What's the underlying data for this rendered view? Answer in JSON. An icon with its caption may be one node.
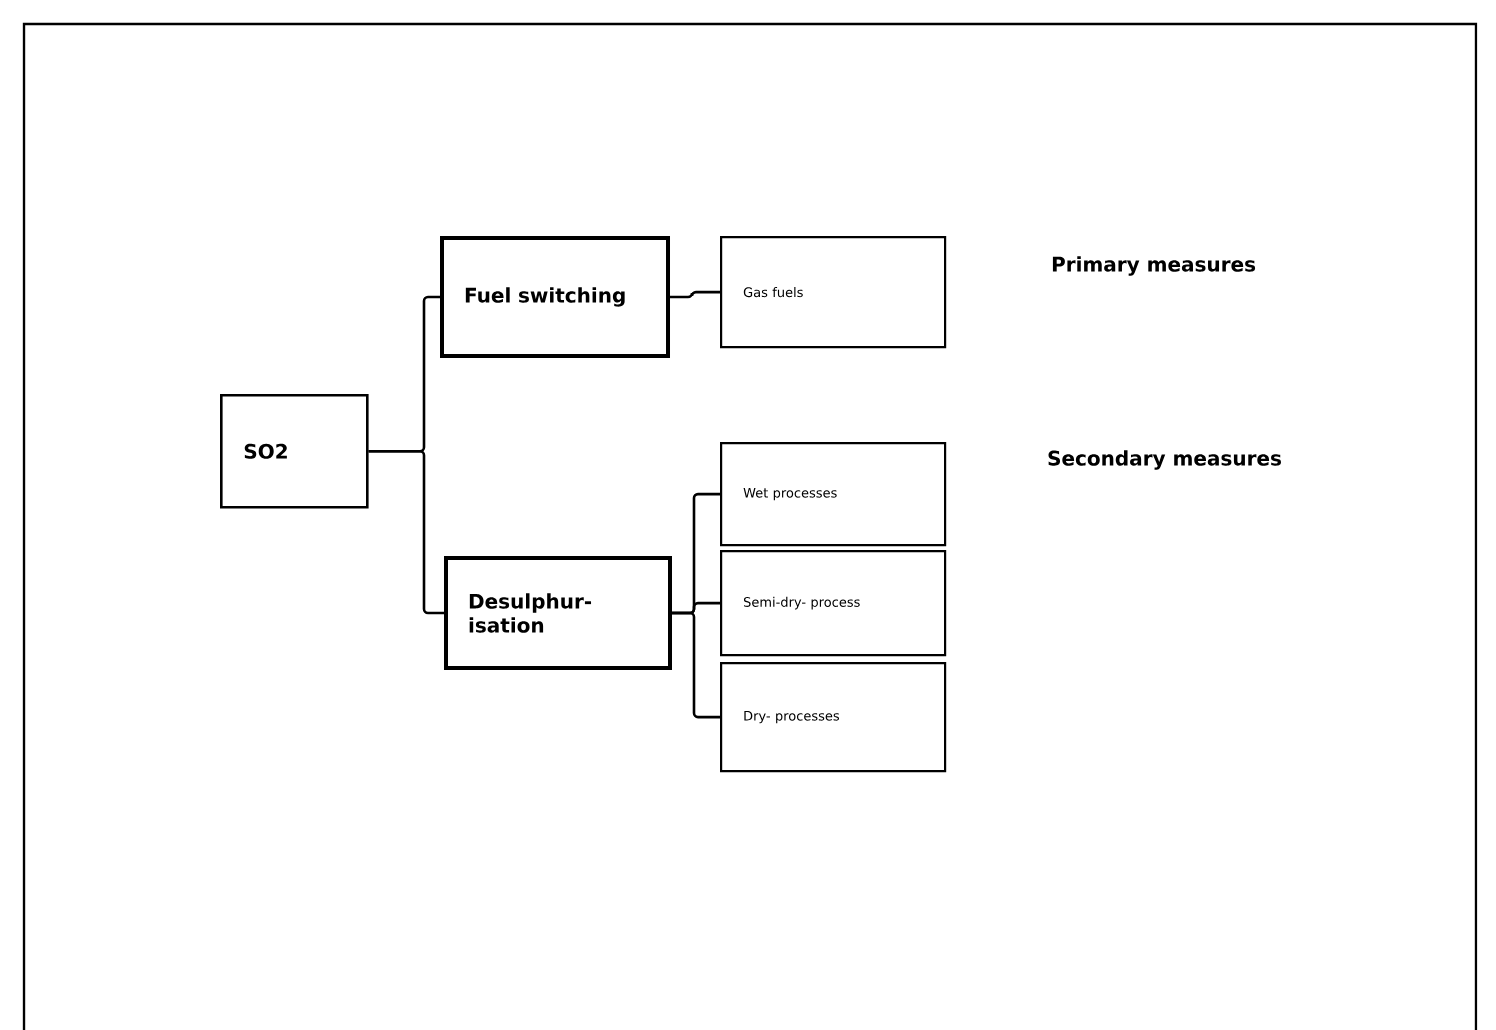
{
  "diagram": {
    "nodes": [
      {
        "text": [
          "SO2"
        ]
      },
      {
        "text": [
          "Fuel switching"
        ]
      },
      {
        "text": [
          "Gas fuels"
        ]
      },
      {
        "text": [
          "Desulphur- isation"
        ]
      },
      {
        "text": [
          "Wet processes"
        ]
      },
      {
        "text": [
          "Semi-dry- process"
        ]
      },
      {
        "text": [
          "Dry- processes"
        ]
      }
    ],
    "edges": [
      {
        "from": 0,
        "to": 1,
        "arrow": "none"
      },
      {
        "from": 0,
        "to": 3,
        "arrow": "none"
      },
      {
        "from": 1,
        "to": 2,
        "arrow": "none"
      },
      {
        "from": 3,
        "to": 4,
        "arrow": "none"
      },
      {
        "from": 3,
        "to": 5,
        "arrow": "none"
      },
      {
        "from": 3,
        "to": 6,
        "arrow": "none"
      }
    ],
    "labels": [
      "Primary measures",
      "Secondary measures"
    ]
  }
}
